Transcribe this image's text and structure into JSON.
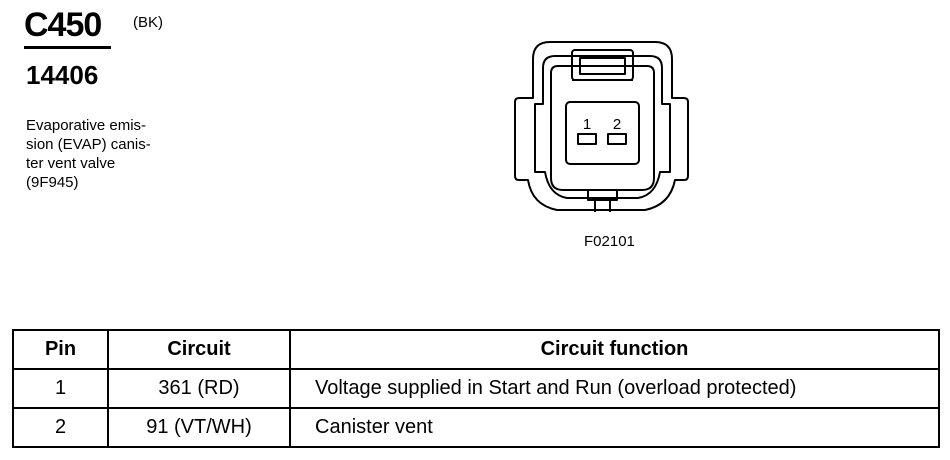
{
  "connector": {
    "id": "C450",
    "color_code": "(BK)",
    "part_number": "14406",
    "description": "Evaporative emis-\nsion (EVAP) canis-\nter vent valve\n(9F945)"
  },
  "figure": {
    "pin_labels": [
      "1",
      "2"
    ],
    "caption": "F02101"
  },
  "table": {
    "headers": [
      "Pin",
      "Circuit",
      "Circuit function"
    ],
    "rows": [
      {
        "pin": "1",
        "circuit": "361 (RD)",
        "function": "Voltage supplied in Start and Run (overload protected)"
      },
      {
        "pin": "2",
        "circuit": "91 (VT/WH)",
        "function": "Canister vent"
      }
    ]
  }
}
